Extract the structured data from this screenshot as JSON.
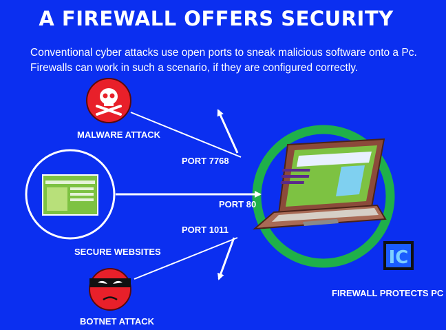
{
  "title": "A FIREWALL OFFERS SECURITY",
  "intro": "Conventional cyber attacks use open ports to sneak malicious  software onto a Pc. Firewalls can work in such a scenario, if they are configured correctly.",
  "labels": {
    "malware": "MALWARE ATTACK",
    "secure": "SECURE WEBSITES",
    "botnet": "BOTNET ATTACK",
    "port_7768": "PORT 7768",
    "port_80": "PORT 80",
    "port_1011": "PORT 1011",
    "firewall": "FIREWALL PROTECTS PC"
  },
  "logo_text": "IC",
  "colors": {
    "background": "#0b2ff0",
    "firewall_ring": "#1fb04a",
    "malware_red": "#e8202a",
    "secure_green": "#7dc242",
    "laptop_frame": "#8b4a3a",
    "screen_green": "#7dc242",
    "logo_blue": "#1a5cff"
  },
  "icons": [
    "skull-crossbones-icon",
    "website-window-icon",
    "masked-face-icon",
    "laptop-icon",
    "logo-icon"
  ]
}
